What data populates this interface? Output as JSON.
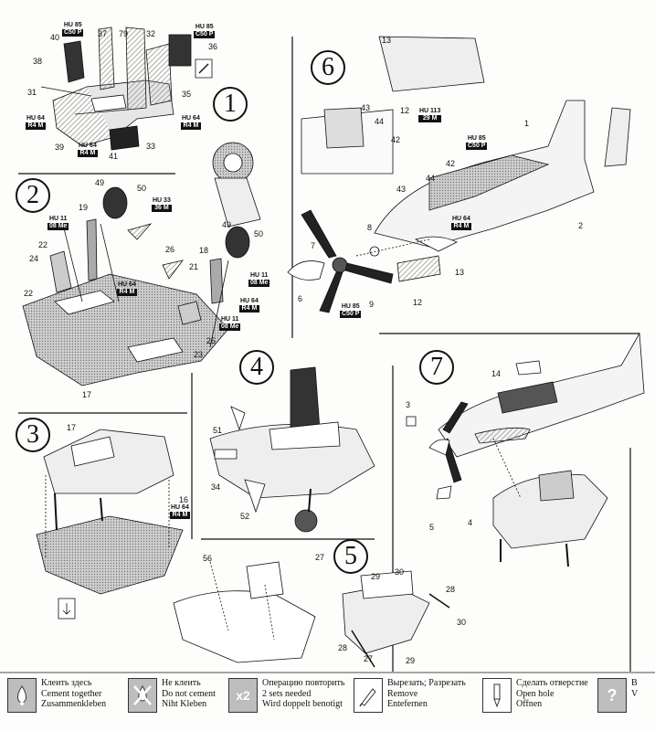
{
  "steps": [
    "1",
    "2",
    "3",
    "4",
    "5",
    "6",
    "7"
  ],
  "badges": {
    "s1_hu85_a": {
      "top": "HU 85",
      "bottom": "C50 P"
    },
    "s1_hu85_b": {
      "top": "HU 85",
      "bottom": "C50 P"
    },
    "s1_hu64_left": {
      "top": "HU 64",
      "bottom": "R4 M"
    },
    "s1_hu64_mid": {
      "top": "HU 64",
      "bottom": "R4 M"
    },
    "s1_hu64_right": {
      "top": "HU 64",
      "bottom": "R4 M"
    },
    "s2_hu11_left": {
      "top": "HU 11",
      "bottom": "08 Me"
    },
    "s2_hu33": {
      "top": "HU 33",
      "bottom": "36 M"
    },
    "s2_hu64_mid": {
      "top": "HU 64",
      "bottom": "R4 M"
    },
    "s2_hu11_right": {
      "top": "HU 11",
      "bottom": "08 Me"
    },
    "s2_hu64_right": {
      "top": "HU 64",
      "bottom": "R4 M"
    },
    "s2_hu11_low": {
      "top": "HU 11",
      "bottom": "08 Me"
    },
    "s3_hu64": {
      "top": "HU 64",
      "bottom": "R4 M"
    },
    "s6_hu113": {
      "top": "HU 113",
      "bottom": "29 M"
    },
    "s6_hu85_top": {
      "top": "HU 85",
      "bottom": "C50 P"
    },
    "s6_hu64": {
      "top": "HU 64",
      "bottom": "R4 M"
    },
    "s6_hu85_low": {
      "top": "HU 85",
      "bottom": "C50 P"
    }
  },
  "part_numbers": {
    "s1": [
      "40",
      "37",
      "79",
      "32",
      "36",
      "38",
      "31",
      "35",
      "39",
      "41",
      "33"
    ],
    "s2": [
      "49",
      "50",
      "19",
      "22",
      "24",
      "22",
      "26",
      "21",
      "18",
      "50",
      "49",
      "25",
      "23",
      "17"
    ],
    "s3": [
      "17",
      "16"
    ],
    "s4": [
      "51",
      "34",
      "52"
    ],
    "s5": [
      "56",
      "27",
      "29",
      "30",
      "28",
      "30",
      "28",
      "27",
      "29"
    ],
    "s6": [
      "13",
      "43",
      "44",
      "42",
      "12",
      "1",
      "42",
      "44",
      "43",
      "2",
      "8",
      "7",
      "6",
      "9",
      "13",
      "12"
    ],
    "s7": [
      "14",
      "3",
      "5",
      "4"
    ]
  },
  "legend": [
    {
      "icon": "glue-drop-icon",
      "lines": [
        "Клеить здесь",
        "Cement together",
        "Zusammenkleben"
      ]
    },
    {
      "icon": "no-glue-icon",
      "lines": [
        "Не клеить",
        "Do not cement",
        "Niht Kleben"
      ]
    },
    {
      "icon": "repeat-x2-icon",
      "icon_text": "x2",
      "lines": [
        "Операцию повторить",
        "2 sets needed",
        "Wird doppelt benotigt"
      ]
    },
    {
      "icon": "knife-icon",
      "lines": [
        "Вырезать; Разрезать",
        "Remove",
        "Entefernen"
      ]
    },
    {
      "icon": "drill-icon",
      "lines": [
        "Сделать отверстие",
        "Open hole",
        "Offnen"
      ]
    },
    {
      "icon": "question-icon",
      "lines": [
        "В",
        "V"
      ]
    }
  ],
  "colors": {
    "ink": "#111111",
    "paper": "#fdfdfb",
    "hatch": "#9a9a9a",
    "legend_icon": "#bdbdbd"
  }
}
